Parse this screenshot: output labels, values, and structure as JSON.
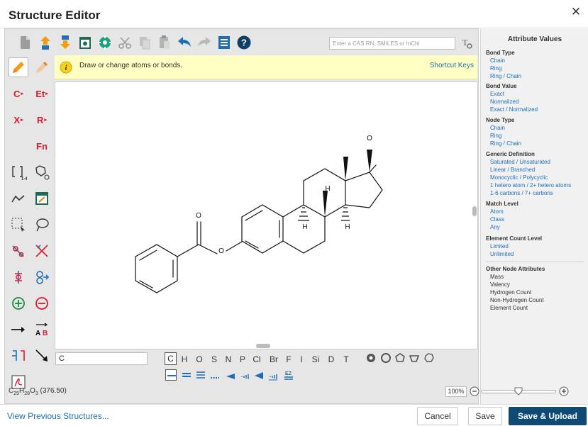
{
  "window": {
    "title": "Structure Editor",
    "close_glyph": "✕"
  },
  "toolbar": {
    "icons": [
      "new-icon",
      "import-icon",
      "export-icon",
      "clean-icon",
      "center-icon",
      "cut-icon",
      "copy-icon",
      "paste-icon",
      "undo-icon",
      "redo-icon",
      "templates-icon",
      "help-icon"
    ],
    "search_placeholder": "Enter a CAS RN, SMILES or InChI",
    "search_button_label": "T"
  },
  "palette": {
    "items": [
      {
        "name": "draw-pencil",
        "icon": "pencil-icon",
        "active": true
      },
      {
        "name": "erase",
        "icon": "eraser-icon"
      },
      {
        "name": "carbon-chain",
        "label": "C"
      },
      {
        "name": "ethyl",
        "label": "Et"
      },
      {
        "name": "halogen",
        "label": "X"
      },
      {
        "name": "r-group",
        "label": "R"
      },
      {
        "name": "functional-group",
        "label": "Fn"
      },
      {
        "name": "repeat-bracket",
        "icon": "bracket-icon"
      },
      {
        "name": "ring-template",
        "icon": "ring-icon"
      },
      {
        "name": "chain",
        "icon": "chain-icon"
      },
      {
        "name": "clean",
        "icon": "clean-icon"
      },
      {
        "name": "select-rect",
        "icon": "select-rect-icon"
      },
      {
        "name": "lasso",
        "icon": "lasso-icon"
      },
      {
        "name": "variable-attach",
        "icon": "variable-attach-icon"
      },
      {
        "name": "bond-break",
        "icon": "bond-break-icon"
      },
      {
        "name": "ring-fusion",
        "icon": "ring-fusion-icon"
      },
      {
        "name": "ring-link",
        "icon": "ring-link-icon"
      },
      {
        "name": "positive-charge",
        "icon": "plus-charge-icon"
      },
      {
        "name": "negative-charge",
        "icon": "minus-charge-icon"
      },
      {
        "name": "reaction-arrow",
        "icon": "arrow-icon"
      },
      {
        "name": "reaction-role",
        "icon": "ab-icon"
      },
      {
        "name": "mapping",
        "icon": "mapping-icon"
      },
      {
        "name": "pointer",
        "icon": "pointer-icon"
      },
      {
        "name": "pdf-export",
        "icon": "pdf-icon"
      }
    ],
    "chain_label": "C",
    "ethyl_label": "Et",
    "halogen_label": "X",
    "r_label": "R",
    "fn_label": "Fn",
    "bracket_sub": "1-4"
  },
  "hint": {
    "text": "Draw or change atoms or bonds.",
    "shortcut_link": "Shortcut Keys",
    "icon": "hint-icon"
  },
  "molecule": {
    "atoms": [
      {
        "label": "O"
      },
      {
        "label": "O"
      },
      {
        "label": "O"
      },
      {
        "label": "H"
      },
      {
        "label": "H"
      },
      {
        "label": "H"
      }
    ]
  },
  "atom_input_value": "C",
  "elements": [
    "C",
    "H",
    "O",
    "S",
    "N",
    "P",
    "Cl",
    "Br",
    "F",
    "I",
    "Si",
    "D",
    "T"
  ],
  "selected_element": "C",
  "shapes": [
    "ring-3-icon",
    "ring-4-icon",
    "ring-5-icon",
    "ring-6-icon",
    "ring-7-icon"
  ],
  "bonds": [
    "single-bond-icon",
    "double-bond-icon",
    "triple-bond-icon",
    "dashed-bond-icon",
    "wedge-up-icon",
    "hash-wedge-icon",
    "bold-wedge-icon",
    "wavy-wedge-icon",
    "ez-bond-icon"
  ],
  "bond_ez_label": "EZ",
  "attributes": {
    "title": "Attribute Values",
    "sections": [
      {
        "heading": "Bond Type",
        "links": [
          "Chain",
          "Ring",
          "Ring / Chain"
        ]
      },
      {
        "heading": "Bond Value",
        "links": [
          "Exact",
          "Normalized",
          "Exact / Normalized"
        ]
      },
      {
        "heading": "Node Type",
        "links": [
          "Chain",
          "Ring",
          "Ring / Chain"
        ]
      },
      {
        "heading": "Generic Definition",
        "links": [
          "Saturated / Unsaturated",
          "Linear / Branched",
          "Monocyclic / Polycyclic",
          "1 hetero atom / 2+ hetero atoms",
          "1-6 carbons / 7+ carbons"
        ]
      },
      {
        "heading": "Match Level",
        "links": [
          "Atom",
          "Class",
          "Any"
        ]
      },
      {
        "heading": "Element Count Level",
        "links": [
          "Limited",
          "Unlimited"
        ]
      }
    ],
    "other_heading": "Other Node Attributes",
    "other_items": [
      "Mass",
      "Valency",
      "Hydrogen Count",
      "Non-Hydrogen Count",
      "Element Count"
    ]
  },
  "status": {
    "formula_parts": [
      "C",
      "25",
      "H",
      "28",
      "O",
      "3",
      " (376.50)"
    ],
    "zoom": "100%",
    "zoom_level": 0.5
  },
  "footer": {
    "view_previous": "View Previous Structures...",
    "cancel": "Cancel",
    "save": "Save",
    "save_upload": "Save & Upload"
  },
  "colors": {
    "accent": "#0f4a74",
    "link": "#1d6fb8",
    "hint_bg": "#ffffc4",
    "panel_bg": "#f1f1f1",
    "red_label": "#e0182d"
  }
}
